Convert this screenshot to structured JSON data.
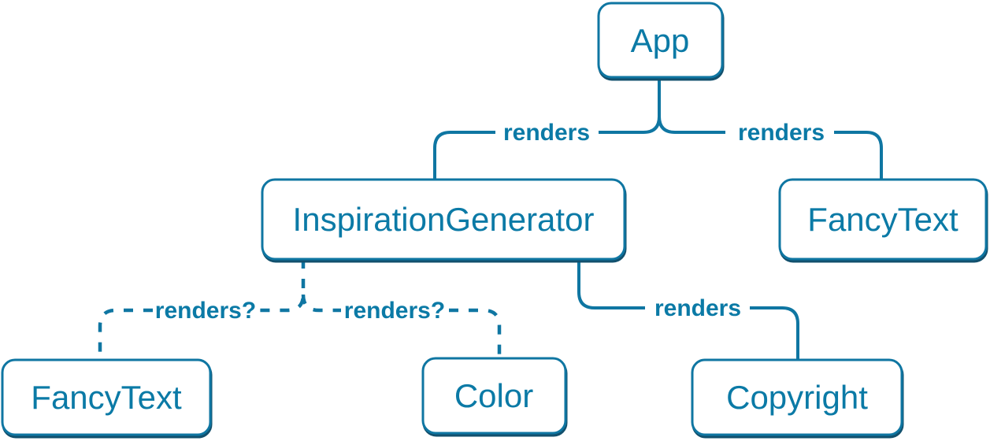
{
  "diagram": {
    "nodes": {
      "app": {
        "label": "App"
      },
      "inspiration_generator": {
        "label": "InspirationGenerator"
      },
      "fancy_text_top": {
        "label": "FancyText"
      },
      "fancy_text_bottom": {
        "label": "FancyText"
      },
      "color": {
        "label": "Color"
      },
      "copyright": {
        "label": "Copyright"
      }
    },
    "edges": {
      "app_renders_inspiration_generator": {
        "label": "renders",
        "style": "solid"
      },
      "app_renders_fancy_text": {
        "label": "renders",
        "style": "solid"
      },
      "inspiration_generator_renders_fancy_text": {
        "label": "renders?",
        "style": "dashed"
      },
      "inspiration_generator_renders_color": {
        "label": "renders?",
        "style": "dashed"
      },
      "inspiration_generator_renders_copyright": {
        "label": "renders",
        "style": "solid"
      }
    },
    "colors": {
      "accent_text": "#0b7aa6",
      "line": "#0f76a2",
      "node_border": "#0f76a2",
      "node_background": "#ffffff",
      "node_shadow": "#12506d",
      "background": "#ffffff"
    }
  }
}
